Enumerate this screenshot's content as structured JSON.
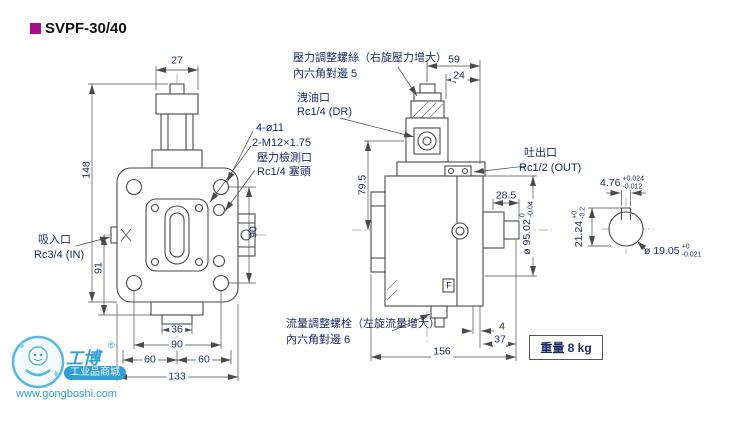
{
  "title": {
    "text": "SVPF-30/40"
  },
  "front_view": {
    "dims": {
      "top_width": "27",
      "height_total": "148",
      "height_lower": "91",
      "bolt_span_vertical": "90",
      "stub_width": "36",
      "bolt_span_horizontal": "90",
      "half_left": "60",
      "half_right": "60",
      "width_total": "133"
    },
    "labels": {
      "holes": "4-ø11",
      "studs": "2-M12×1.75",
      "gauge_port": "壓力檢測口",
      "plug": "Rc1/4 塞頭",
      "inlet": "吸入口",
      "inlet_size": "Rc3/4 (IN)"
    }
  },
  "side_view": {
    "dims": {
      "top_offset": "59",
      "top_offset_inner": "24",
      "port_height": "79.5",
      "shaft_extension": "28.5",
      "body_diameter": "ø 95.02",
      "body_diameter_tol_upper": "0",
      "body_diameter_tol_lower": "-0.04",
      "cover_thickness": "4",
      "shaft_length": "37",
      "length_total": "156"
    },
    "labels": {
      "pressure_adjust": "壓力調整螺絲（右旋壓力增大）",
      "hex5": "內六角對邊 5",
      "drain": "洩油口",
      "drain_size": "Rc1/4 (DR)",
      "outlet": "吐出口",
      "outlet_size": "Rc1/2 (OUT)",
      "flow_adjust": "流量調整螺栓（左旋流量增大）",
      "hex6": "內六角對邊 6",
      "mark_f": "F"
    }
  },
  "shaft_detail": {
    "key_width": "4.76",
    "key_tol_upper": "+0.024",
    "key_tol_lower": "-0.012",
    "shaft_diameter": "ø 19.05",
    "shaft_tol_upper": "+0",
    "shaft_tol_lower": "-0.021",
    "key_height": "21.24",
    "key_height_tol_upper": "+0",
    "key_height_tol_lower": "-0.2"
  },
  "weight_box": {
    "label": "重量 8 kg"
  },
  "watermark": {
    "registered": "®",
    "brand": "工博",
    "subtitle": "工业品商城",
    "url": "www.gongboshi.com"
  },
  "colors": {
    "line": "#4a4a4a",
    "text": "#1c2b66",
    "title_bullet": "#a2128f",
    "watermark": "#2f9fd6"
  }
}
